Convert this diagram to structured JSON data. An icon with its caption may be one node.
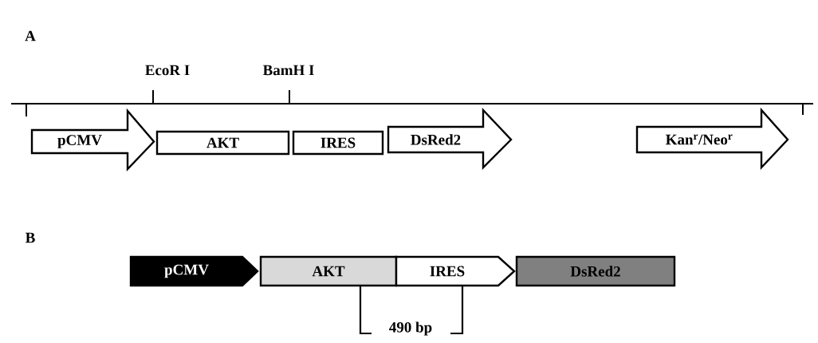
{
  "diagram": {
    "nodes": [
      {
        "text": [
          "pCMV"
        ]
      },
      {
        "text": [
          "AKT"
        ]
      },
      {
        "text": [
          "IRES"
        ]
      },
      {
        "text": [
          "DsRed2"
        ]
      },
      {
        "text": [
          "Kan$^{r}$/Neo$^{r}$"
        ]
      },
      {
        "text": [
          "pCMV"
        ]
      },
      {
        "text": [
          "AKT"
        ]
      },
      {
        "text": [
          "IRES"
        ]
      },
      {
        "text": [
          "DsRed2"
        ]
      }
    ],
    "labels": [
      "A",
      "EcoR I",
      "BamH I",
      "B",
      "490 bp"
    ]
  }
}
